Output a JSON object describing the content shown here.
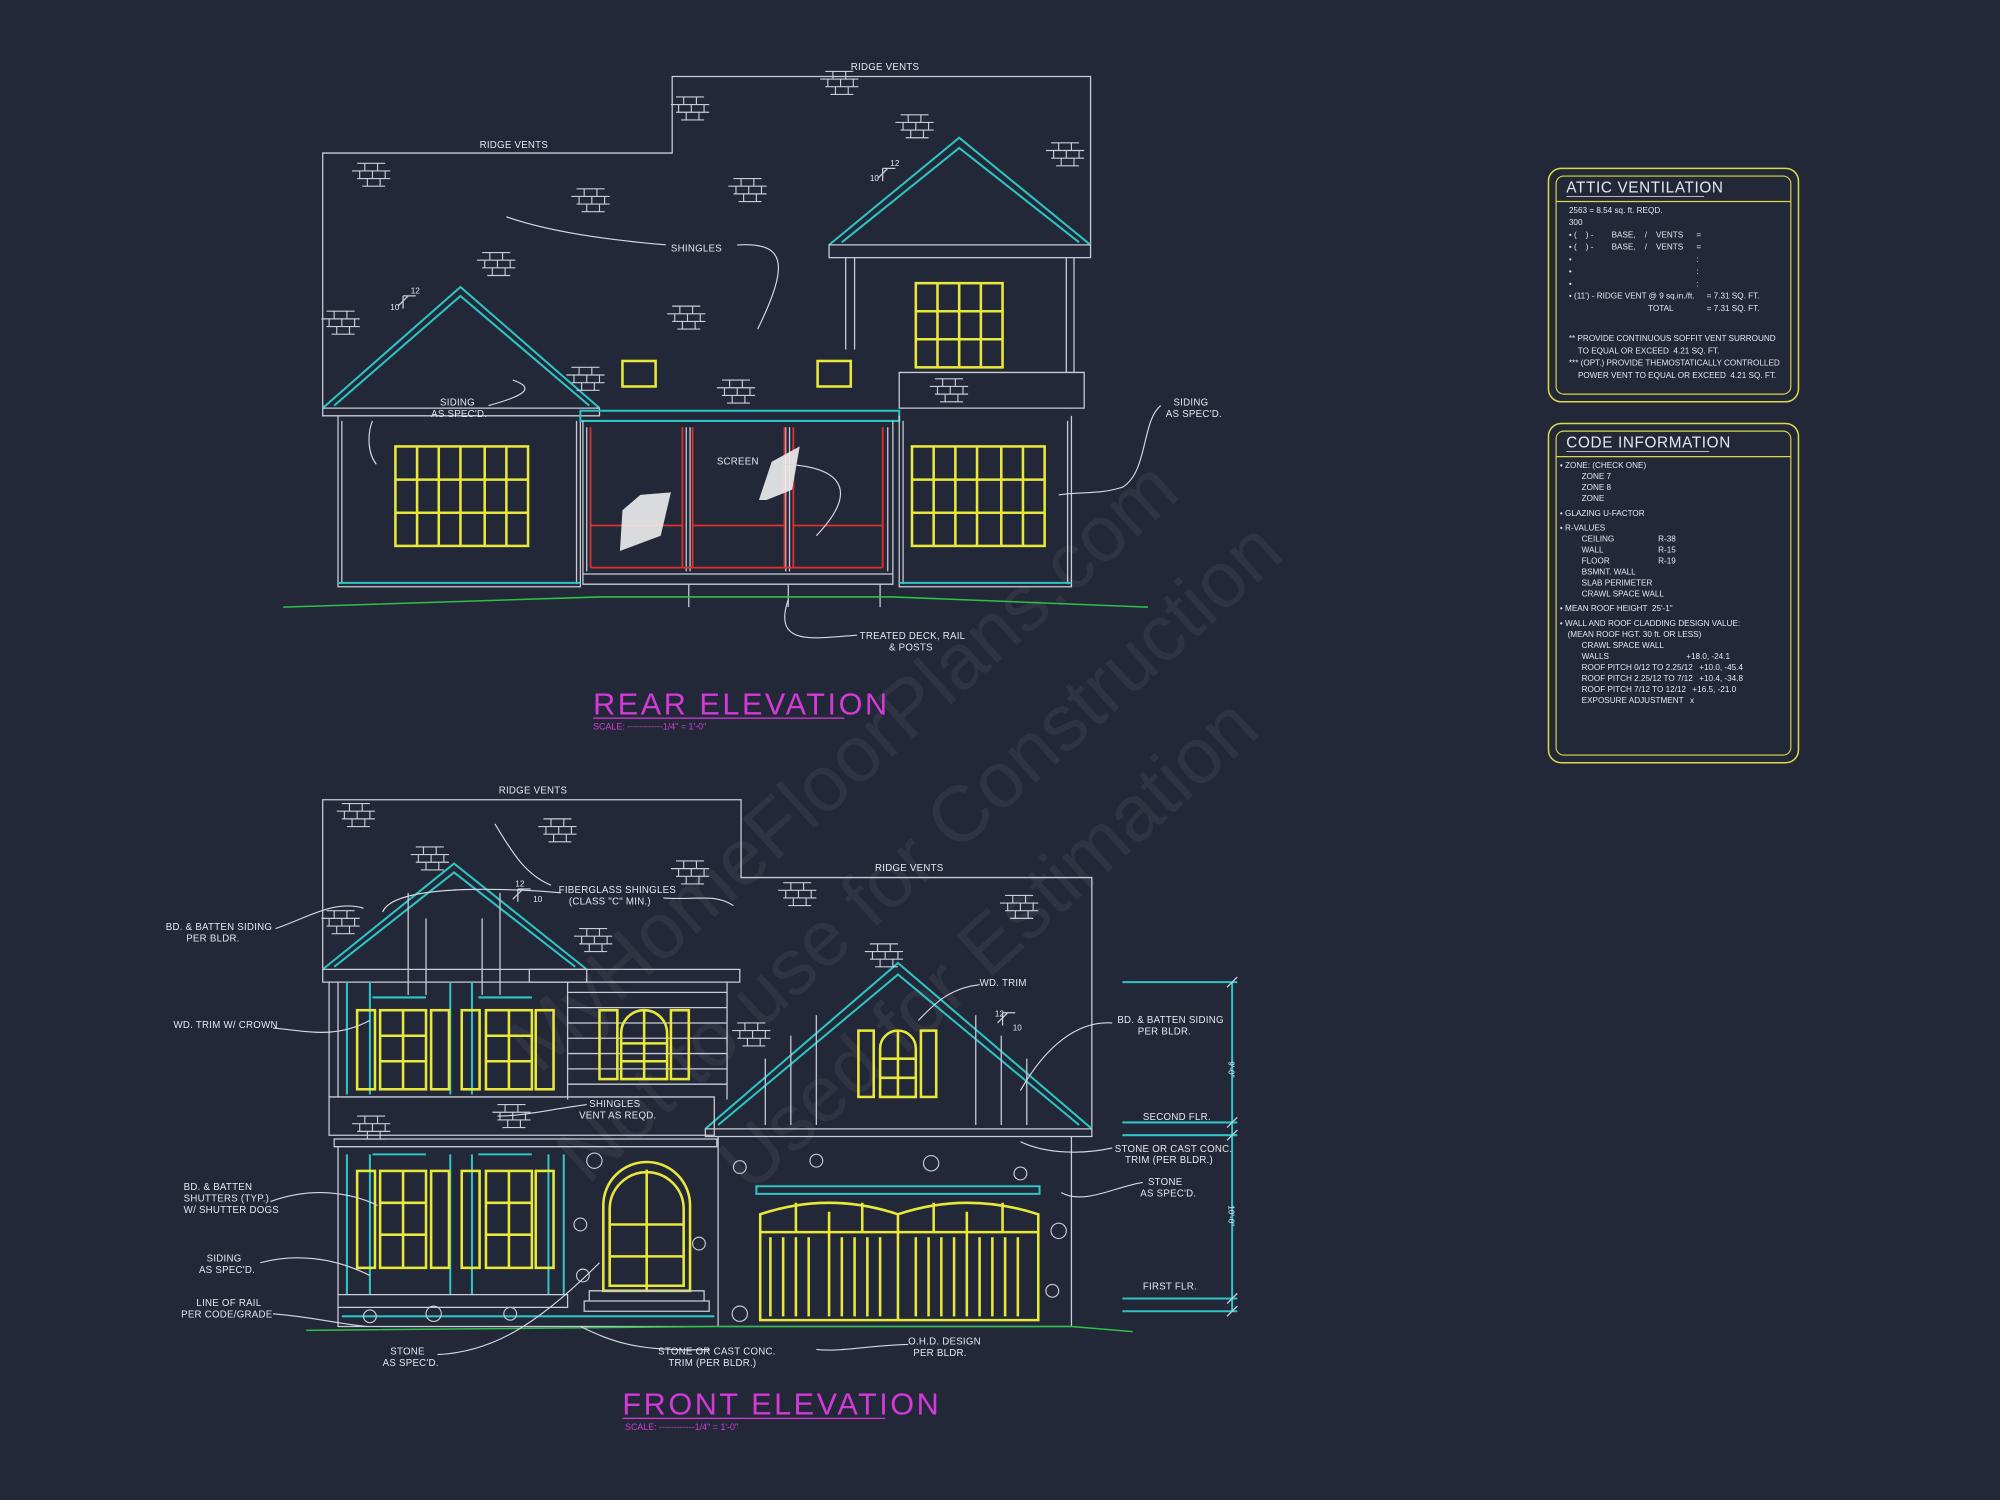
{
  "colors": {
    "background": "#232838",
    "linework": "#c9cbd6",
    "trim": "#2ec4c4",
    "windows": "#e8e83a",
    "screen": "#e0302e",
    "grade": "#2fbf4a",
    "titles": "#d43ad8",
    "box_border": "#d9d94a"
  },
  "watermark": [
    "MyHomeFloorPlans.com",
    "Not to use for Construction",
    "Used for Estimation"
  ],
  "rear": {
    "title": "REAR ELEVATION",
    "scale": "SCALE: ------------1/4\" = 1'-0\"",
    "pitch": {
      "rise": "12",
      "run": "10"
    },
    "labels": {
      "ridge_vents_upper": "RIDGE VENTS",
      "ridge_vents_lower": "RIDGE VENTS",
      "shingles": "SHINGLES",
      "siding_left": [
        "SIDING",
        "AS SPEC'D."
      ],
      "screen": "SCREEN",
      "siding_right": [
        "SIDING",
        "AS SPEC'D."
      ],
      "deck": [
        "TREATED DECK, RAIL",
        "& POSTS"
      ]
    }
  },
  "front": {
    "title": "FRONT ELEVATION",
    "scale": "SCALE: ------------1/4\" = 1'-0\"",
    "pitch": {
      "rise": "12",
      "run": "10"
    },
    "labels": {
      "ridge_vents_left": "RIDGE VENTS",
      "ridge_vents_right": "RIDGE VENTS",
      "fiberglass_shingles": [
        "FIBERGLASS SHINGLES",
        "(CLASS \"C\" MIN.)"
      ],
      "bd_batten_siding_left": [
        "BD. & BATTEN SIDING",
        "PER BLDR."
      ],
      "wd_trim_crown": "WD. TRIM W/ CROWN",
      "bd_batten_shutters": [
        "BD. & BATTEN",
        "SHUTTERS (TYP.)",
        "W/ SHUTTER DOGS"
      ],
      "siding": [
        "SIDING",
        "AS SPEC'D."
      ],
      "line_of_rail": [
        "LINE OF RAIL",
        "PER CODE/GRADE"
      ],
      "stone_left": [
        "STONE",
        "AS SPEC'D."
      ],
      "stone_trim_bottom": [
        "STONE OR CAST CONC.",
        "TRIM (PER BLDR.)"
      ],
      "ohd": [
        "O.H.D. DESIGN",
        "PER BLDR."
      ],
      "shingles_vent": [
        "SHINGLES",
        "VENT AS REQD."
      ],
      "wd_trim": "WD. TRIM",
      "bd_batten_siding_right": [
        "BD. & BATTEN SIDING",
        "PER BLDR."
      ],
      "second_flr": "SECOND FLR.",
      "stone_trim_right": [
        "STONE OR CAST CONC.",
        "TRIM (PER BLDR.)"
      ],
      "stone_right": [
        "STONE",
        "AS SPEC'D."
      ],
      "first_flr": "FIRST FLR.",
      "dim_upper": "9'-0\"",
      "dim_lower": "10'-0\""
    }
  },
  "attic_ventilation": {
    "title": "ATTIC VENTILATION",
    "lines": [
      {
        "text": "2563 = 8.54 sq. ft. REQD.",
        "value": ""
      },
      {
        "text": "300",
        "value": ""
      },
      {
        "text": "• (    ) -        BASE,    /    VENTS",
        "value": "="
      },
      {
        "text": "• (    ) -        BASE,    /    VENTS",
        "value": "="
      },
      {
        "text": "•",
        "value": ":"
      },
      {
        "text": "•",
        "value": ":"
      },
      {
        "text": "•",
        "value": ":"
      },
      {
        "text": "• (11') - RIDGE VENT @ 9 sq.in./ft.",
        "value": "= 7.31 SQ. FT."
      },
      {
        "text": "                                   TOTAL",
        "value": "= 7.31 SQ. FT."
      },
      {
        "text": "",
        "value": ""
      },
      {
        "text": "** PROVIDE CONTINUOUS SOFFIT VENT SURROUND",
        "value": ""
      },
      {
        "text": "    TO EQUAL OR EXCEED  4.21 SQ. FT.",
        "value": ""
      },
      {
        "text": "*** (OPT.) PROVIDE THEMOSTATICALLY CONTROLLED",
        "value": ""
      },
      {
        "text": "    POWER VENT TO EQUAL OR EXCEED  4.21 SQ. FT.",
        "value": ""
      }
    ]
  },
  "code_information": {
    "title": "CODE INFORMATION",
    "sections": [
      {
        "text": "• ZONE: (CHECK ONE)",
        "items": [
          {
            "label": "ZONE 7",
            "value": ""
          },
          {
            "label": "ZONE 8",
            "value": ""
          },
          {
            "label": "ZONE",
            "value": ""
          }
        ]
      },
      {
        "text": "• GLAZING U-FACTOR",
        "items": []
      },
      {
        "text": "• R-VALUES",
        "items": [
          {
            "label": "CEILING",
            "value": "R-38"
          },
          {
            "label": "WALL",
            "value": "R-15"
          },
          {
            "label": "FLOOR",
            "value": "R-19"
          },
          {
            "label": "BSMNT. WALL",
            "value": ""
          },
          {
            "label": "SLAB PERIMETER",
            "value": ""
          },
          {
            "label": "CRAWL SPACE WALL",
            "value": ""
          }
        ]
      },
      {
        "text": "• MEAN ROOF HEIGHT  25'-1\"",
        "items": []
      },
      {
        "text": "• WALL AND ROOF CLADDING DESIGN VALUE:",
        "items": [
          {
            "label": "(MEAN ROOF HGT. 30 ft. OR LESS)",
            "value": "",
            "flush": true
          },
          {
            "label": "CRAWL SPACE WALL",
            "value": ""
          },
          {
            "label": "WALLS",
            "value": "+18.0, -24.1"
          },
          {
            "label": "ROOF PITCH 0/12 TO 2.25/12",
            "value": "+10.0, -45.4"
          },
          {
            "label": "ROOF PITCH 2.25/12 TO 7/12",
            "value": "+10.4, -34.8"
          },
          {
            "label": "ROOF PITCH 7/12 TO 12/12",
            "value": "+16.5, -21.0"
          },
          {
            "label": "EXPOSURE ADJUSTMENT",
            "value": "x"
          }
        ]
      }
    ]
  }
}
